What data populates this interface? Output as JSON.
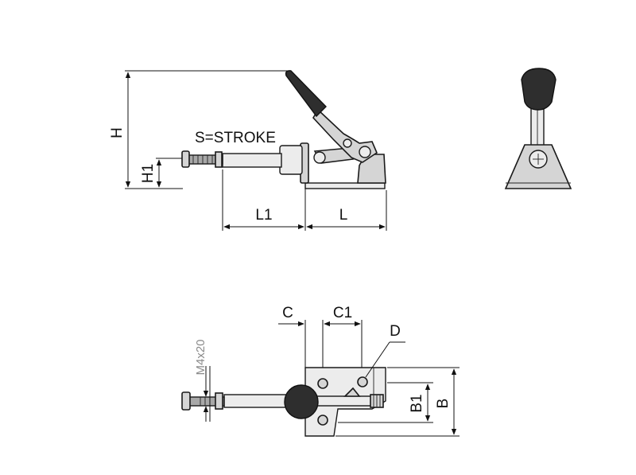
{
  "labels": {
    "stroke": "S=STROKE",
    "h": "H",
    "h1": "H1",
    "l1": "L1",
    "l": "L",
    "c": "C",
    "c1": "C1",
    "d": "D",
    "thread": "M4x20",
    "b1": "B1",
    "b": "B"
  },
  "colors": {
    "line": "#111111",
    "metal": "#d5d5d5",
    "rubber": "#2e2e2e",
    "thread_label": "#8a8a8a"
  },
  "icons": {
    "pivot_bolt": "cross-bolt-icon"
  }
}
